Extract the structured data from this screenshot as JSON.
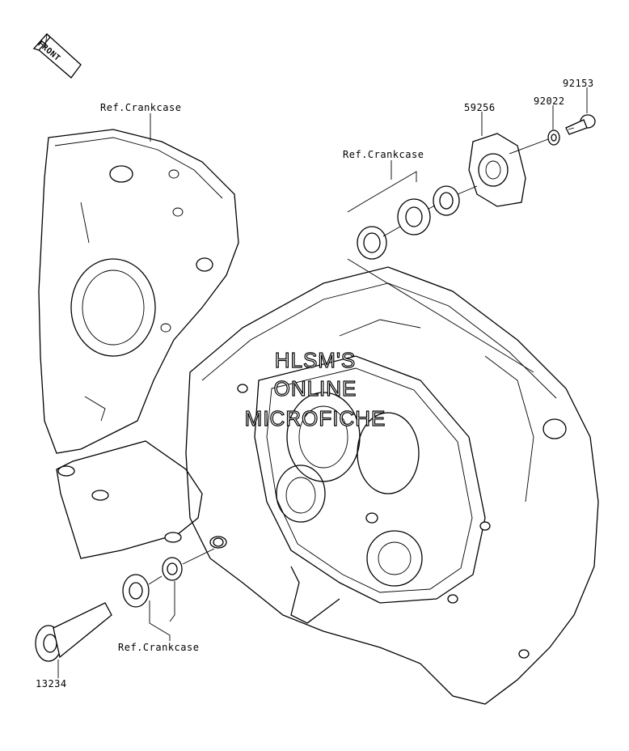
{
  "orientation_badge": {
    "text": "FRONT"
  },
  "watermark": {
    "lines": [
      "HLSM'S",
      "ONLINE",
      "MICROFICHE"
    ]
  },
  "reference_labels": [
    "Ref.Crankcase",
    "Ref.Crankcase",
    "Ref.Crankcase"
  ],
  "part_numbers": [
    "92153",
    "92022",
    "59256",
    "13234"
  ]
}
